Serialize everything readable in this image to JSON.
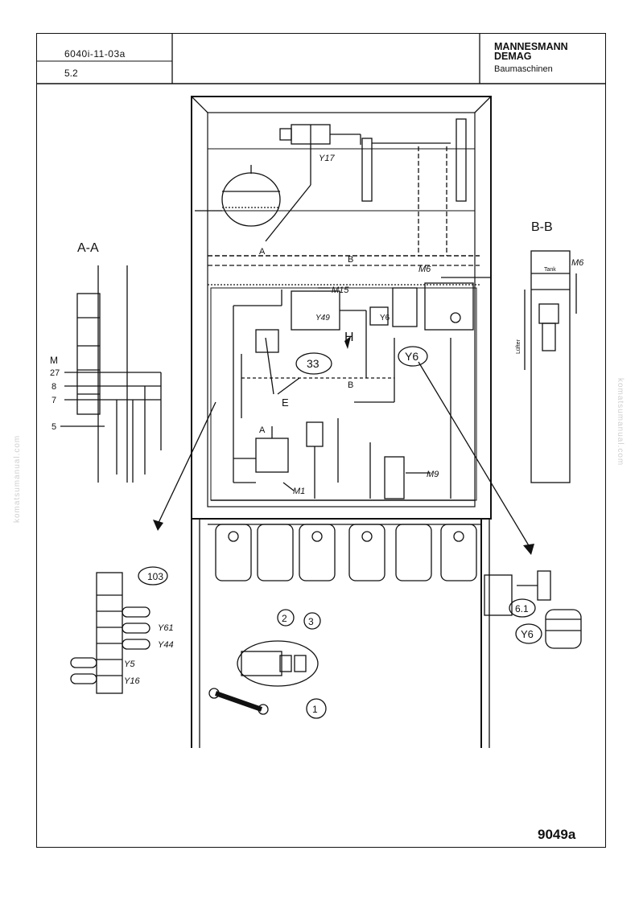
{
  "header": {
    "doc_code": "6040i-11-03a",
    "section": "5.2",
    "brand_line1": "MANNESMANN",
    "brand_line2": "DEMAG",
    "brand_sub": "Baumaschinen"
  },
  "figure_number": "9049a",
  "watermark": "komatsumanual.com",
  "views": {
    "aa": "A-A",
    "bb": "B-B"
  },
  "callouts": {
    "c103": "103",
    "c33": "33",
    "cY6": "Y6",
    "cY6b": "Y6",
    "c61": "6.1",
    "c1": "1",
    "c2": "2",
    "c3": "3"
  },
  "labels": {
    "Y17": "Y17",
    "M15": "M15",
    "Y49": "Y49",
    "H": "H",
    "M6a": "M6",
    "M6b": "M6",
    "Y6inner": "Y6",
    "E": "E",
    "M1": "M1",
    "M9": "M9",
    "A1": "A",
    "A2": "A",
    "B1": "B",
    "B2": "B",
    "M": "M",
    "n27": "27",
    "n8": "8",
    "n7": "7",
    "n5": "5",
    "Y61": "Y61",
    "Y44": "Y44",
    "Y5": "Y5",
    "Y16": "Y16",
    "tank": "Tank",
    "lufter": "Lüfter"
  }
}
